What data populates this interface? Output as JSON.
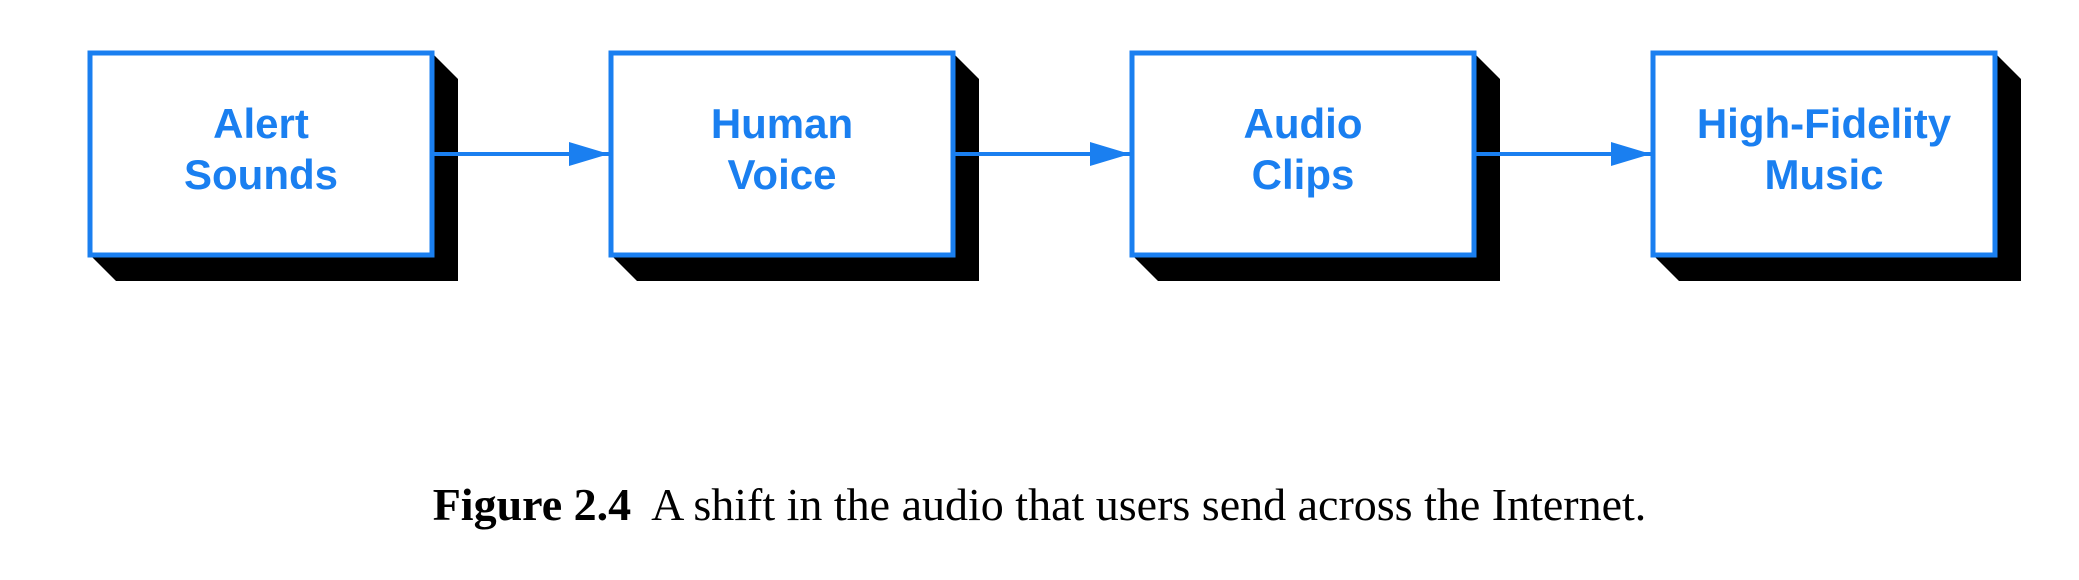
{
  "diagram": {
    "stages": [
      {
        "line1": "Alert",
        "line2": "Sounds"
      },
      {
        "line1": "Human",
        "line2": "Voice"
      },
      {
        "line1": "Audio",
        "line2": "Clips"
      },
      {
        "line1": "High-Fidelity",
        "line2": "Music"
      }
    ],
    "colors": {
      "accent": "#1a7ff0",
      "shadow": "#000000",
      "fill": "#ffffff"
    }
  },
  "caption": {
    "label": "Figure 2.4",
    "text": "A shift in the audio that users send across the Internet."
  }
}
